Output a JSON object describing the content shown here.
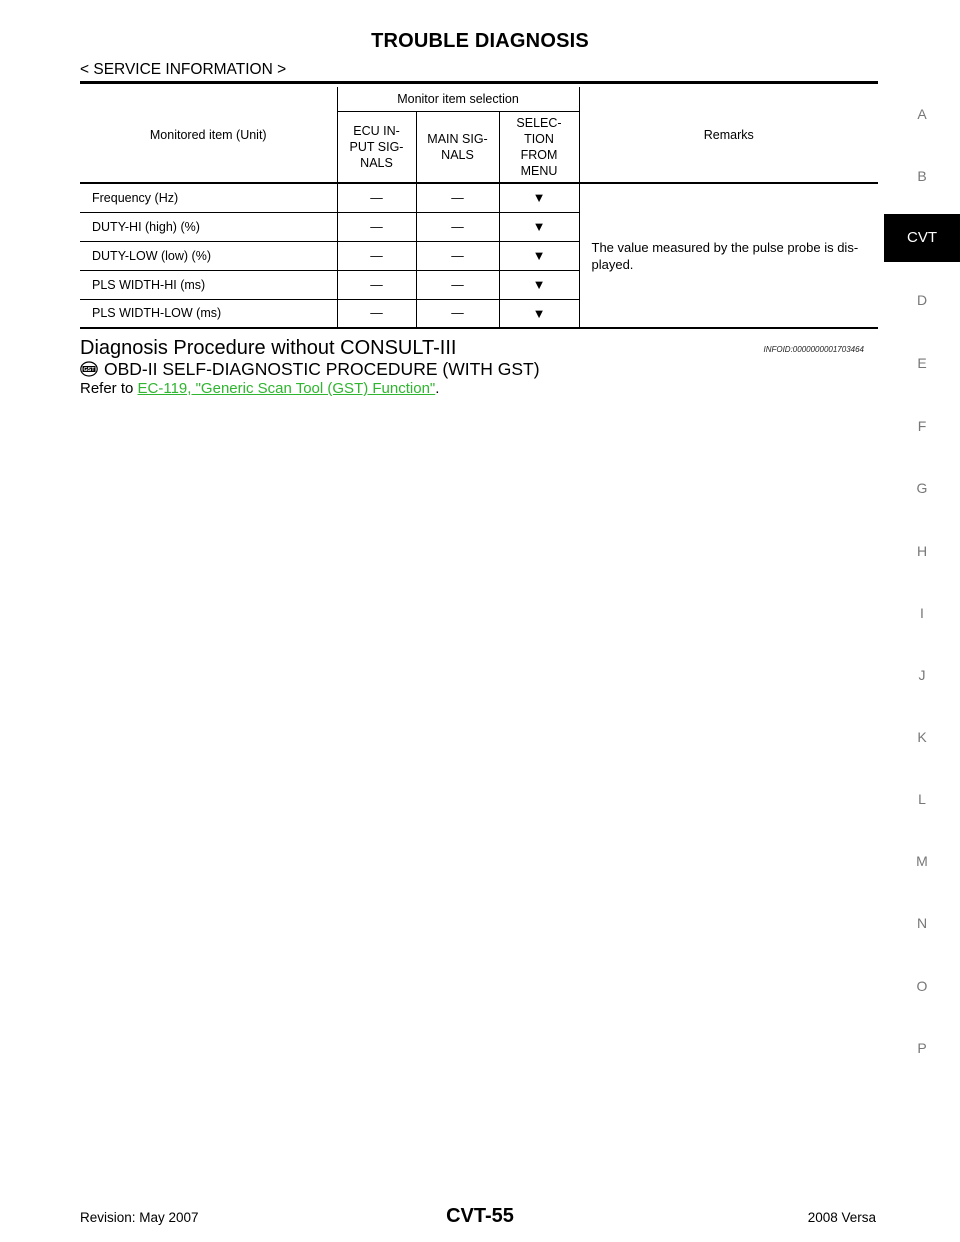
{
  "header": {
    "title": "TROUBLE DIAGNOSIS",
    "section": "< SERVICE INFORMATION >"
  },
  "side_index": {
    "letters": [
      "A",
      "B",
      "CVT",
      "D",
      "E",
      "F",
      "G",
      "H",
      "I",
      "J",
      "K",
      "L",
      "M",
      "N",
      "O",
      "P"
    ],
    "active": "CVT"
  },
  "table": {
    "col_item": "Monitored item (Unit)",
    "group_label": "Monitor item selection",
    "col_ecu": "ECU IN-\nPUT SIG-\nNALS",
    "col_main": "MAIN SIG-\nNALS",
    "col_sel": "SELEC-\nTION\nFROM\nMENU",
    "col_remarks": "Remarks",
    "rows": [
      {
        "item": "Frequency (Hz)",
        "ecu": "—",
        "main": "—",
        "sel": "▼"
      },
      {
        "item": "DUTY-HI (high) (%)",
        "ecu": "—",
        "main": "—",
        "sel": "▼"
      },
      {
        "item": "DUTY-LOW (low) (%)",
        "ecu": "—",
        "main": "—",
        "sel": "▼"
      },
      {
        "item": "PLS WIDTH-HI (ms)",
        "ecu": "—",
        "main": "—",
        "sel": "▼"
      },
      {
        "item": "PLS WIDTH-LOW (ms)",
        "ecu": "—",
        "main": "—",
        "sel": "▼"
      }
    ],
    "remarks": "The value measured by the pulse probe is dis-\nplayed."
  },
  "procedure": {
    "heading": "Diagnosis Procedure without CONSULT-III",
    "infoid": "INFOID:0000000001703464",
    "icon_label": "GST",
    "subheading": "OBD-II SELF-DIAGNOSTIC PROCEDURE (WITH GST)",
    "refer_prefix": "Refer to ",
    "refer_link": "EC-119, \"Generic Scan Tool (GST) Function\"",
    "refer_suffix": "."
  },
  "footer": {
    "revision": "Revision: May 2007",
    "page": "CVT-55",
    "model": "2008 Versa"
  },
  "colors": {
    "link": "#2fb52f",
    "side_index_text": "#777777",
    "active_tab_bg": "#000000"
  }
}
